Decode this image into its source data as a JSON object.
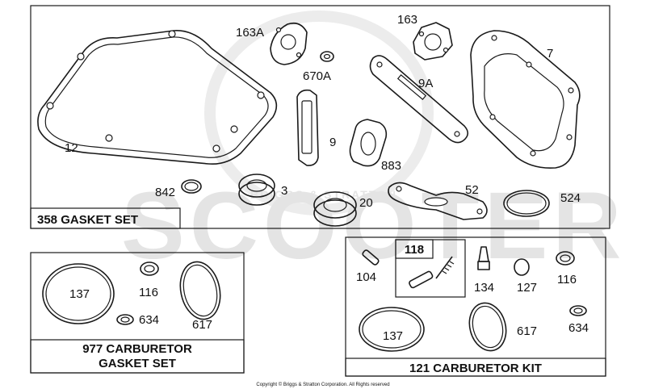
{
  "watermark": {
    "brand": "SCOOTER",
    "sub": "BRIGGS & STRATTON"
  },
  "kits": {
    "gasket_set": "358 GASKET SET",
    "carb_gasket_set_line1": "977 CARBURETOR",
    "carb_gasket_set_line2": "GASKET SET",
    "carb_kit": "121 CARBURETOR KIT",
    "sub_kit": "118"
  },
  "parts": {
    "p12": "12",
    "p163A": "163A",
    "p670A": "670A",
    "p163": "163",
    "p9A": "9A",
    "p7": "7",
    "p9": "9",
    "p883": "883",
    "p842": "842",
    "p3": "3",
    "p20": "20",
    "p52": "52",
    "p524": "524",
    "c137": "137",
    "c116": "116",
    "c634": "634",
    "c617": "617",
    "k104": "104",
    "k134": "134",
    "k127": "127",
    "k116": "116",
    "k137": "137",
    "k617": "617",
    "k634": "634"
  },
  "copyright": "Copyright © Briggs & Stratton Corporation. All Rights reserved"
}
